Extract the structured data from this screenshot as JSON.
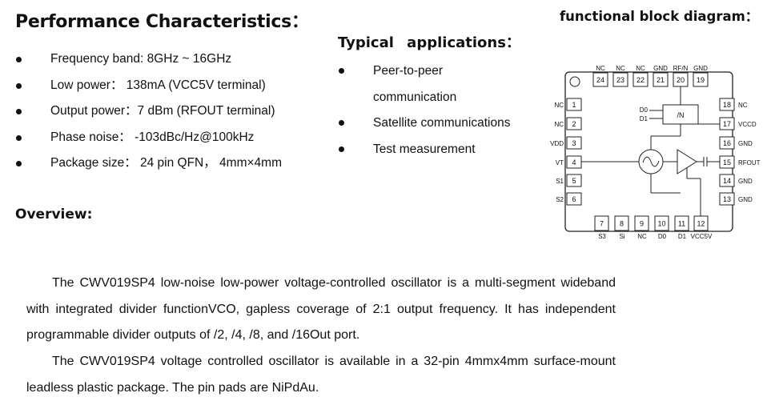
{
  "performance": {
    "title": "Performance Characteristics：",
    "items": [
      "Frequency band:  8GHz ~ 16GHz",
      "Low power： 138mA  (VCC5V terminal)",
      "Output power：7 dBm (RFOUT terminal)",
      "Phase noise： -103dBc/Hz@100kHz",
      "Package size： 24 pin QFN， 4mm×4mm"
    ]
  },
  "applications": {
    "title": "Typical  applications：",
    "items": [
      "Peer-to-peer",
      "communication",
      "Satellite communications",
      "Test measurement"
    ]
  },
  "block_diagram": {
    "title": "functional block diagram：",
    "top_pins": [
      {
        "num": "24",
        "name": "NC"
      },
      {
        "num": "23",
        "name": "NC"
      },
      {
        "num": "22",
        "name": "NC"
      },
      {
        "num": "21",
        "name": "GND"
      },
      {
        "num": "20",
        "name": "RF/N"
      },
      {
        "num": "19",
        "name": "GND"
      }
    ],
    "left_pins": [
      {
        "num": "1",
        "name": "NC"
      },
      {
        "num": "2",
        "name": "NC"
      },
      {
        "num": "3",
        "name": "VDD"
      },
      {
        "num": "4",
        "name": "VT"
      },
      {
        "num": "5",
        "name": "S1"
      },
      {
        "num": "6",
        "name": "S2"
      }
    ],
    "right_pins": [
      {
        "num": "18",
        "name": "NC"
      },
      {
        "num": "17",
        "name": "VCCD"
      },
      {
        "num": "16",
        "name": "GND"
      },
      {
        "num": "15",
        "name": "RFOUT"
      },
      {
        "num": "14",
        "name": "GND"
      },
      {
        "num": "13",
        "name": "GND"
      }
    ],
    "bottom_pins": [
      {
        "num": "7",
        "name": "S3"
      },
      {
        "num": "8",
        "name": "Si"
      },
      {
        "num": "9",
        "name": "NC"
      },
      {
        "num": "10",
        "name": "D0"
      },
      {
        "num": "11",
        "name": "D1"
      },
      {
        "num": "12",
        "name": "VCC5V"
      }
    ],
    "divider_label": "/N",
    "divider_inputs": [
      "D0",
      "D1"
    ]
  },
  "overview": {
    "title": "Overview:",
    "paragraphs": [
      "The CWV019SP4 low-noise low-power voltage-controlled oscillator is a multi-segment wideband with integrated divider functionVCO, gapless coverage of 2:1 output frequency. It has independent programmable divider outputs of /2, /4, /8, and /16Out port.",
      "The CWV019SP4 voltage controlled oscillator is available in a 32-pin 4mmx4mm surface-mount leadless plastic package. The pin pads are NiPdAu."
    ]
  }
}
